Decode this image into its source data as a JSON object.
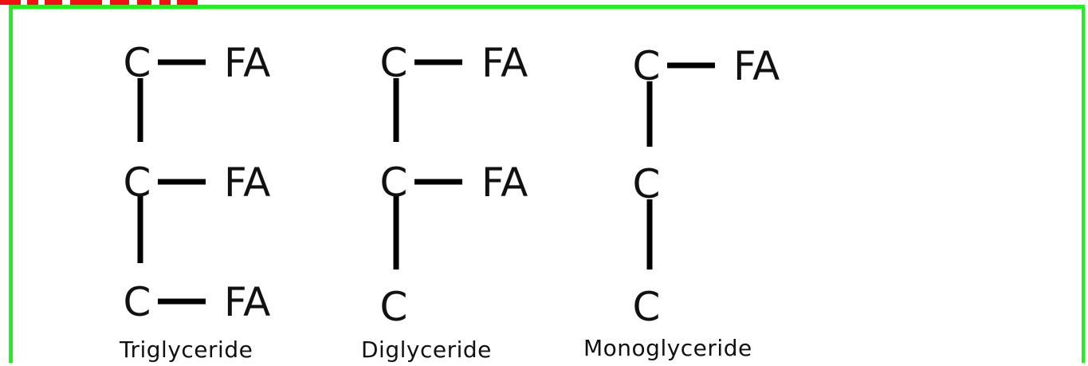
{
  "colors": {
    "frame_border": "#22ee22",
    "title_fragment": "#ee1111",
    "ink": "#111111"
  },
  "atom_labels": {
    "carbon": "C",
    "fatty_acid": "FA"
  },
  "structures": [
    {
      "id": "triglyceride",
      "caption": "Triglyceride",
      "carbons": [
        {
          "fatty_acid": true
        },
        {
          "fatty_acid": true
        },
        {
          "fatty_acid": true
        }
      ]
    },
    {
      "id": "diglyceride",
      "caption": "Diglyceride",
      "carbons": [
        {
          "fatty_acid": true
        },
        {
          "fatty_acid": true
        },
        {
          "fatty_acid": false
        }
      ]
    },
    {
      "id": "monoglyceride",
      "caption": "Monoglyceride",
      "carbons": [
        {
          "fatty_acid": true
        },
        {
          "fatty_acid": false
        },
        {
          "fatty_acid": false
        }
      ]
    }
  ]
}
